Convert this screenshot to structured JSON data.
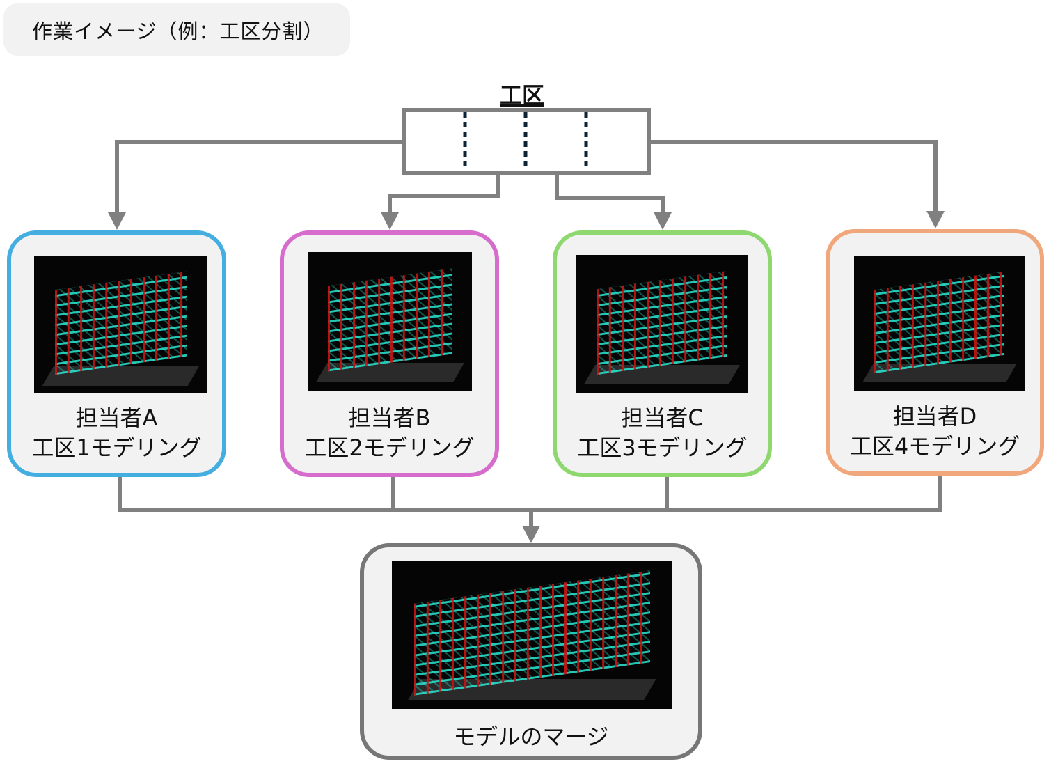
{
  "title": "作業イメージ（例：工区分割）",
  "zone_label": "工区",
  "cards": [
    {
      "person": "担当者A",
      "task": "工区1モデリング",
      "color": "#45aee0"
    },
    {
      "person": "担当者B",
      "task": "工区2モデリング",
      "color": "#d66ccb"
    },
    {
      "person": "担当者C",
      "task": "工区3モデリング",
      "color": "#8fd86f"
    },
    {
      "person": "担当者D",
      "task": "工区4モデリング",
      "color": "#f0a77c"
    }
  ],
  "merge": {
    "label": "モデルのマージ",
    "color": "#777777"
  },
  "connector_color": "#808080"
}
